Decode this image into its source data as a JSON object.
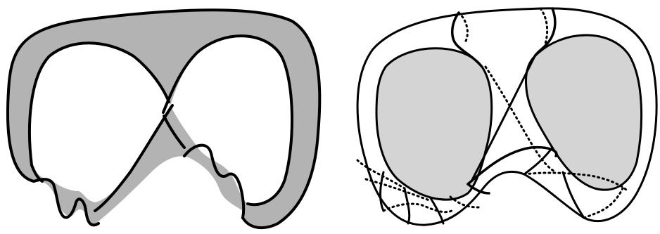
{
  "figure": {
    "panels": [
      {
        "id": "left",
        "kind": "ribbon-surface",
        "fill_color": "#b3b3b3",
        "outline_color": "#000000",
        "undulations": 4,
        "crossings": 1
      },
      {
        "id": "right",
        "kind": "disk-with-two-shaded-regions",
        "fill_color": "#d4d4d4",
        "outline_color": "#000000",
        "background_color": "#ffffff",
        "shaded_regions": 2,
        "dotted_arcs_present": true
      }
    ]
  }
}
